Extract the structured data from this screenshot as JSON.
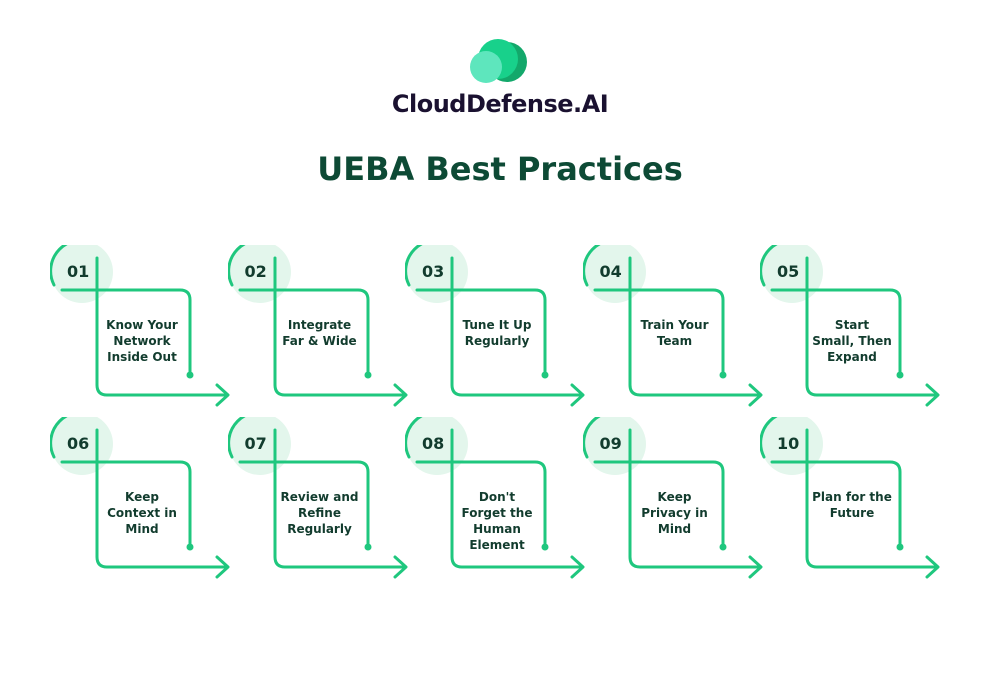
{
  "brand": {
    "name": "CloudDefense.AI",
    "logo_icon": "cloud-icon"
  },
  "title": "UEBA Best Practices",
  "colors": {
    "accent": "#1fc77e",
    "circle_fill": "#e3f6ec",
    "text": "#123c2e",
    "title": "#0d4a35"
  },
  "steps": [
    {
      "number": "01",
      "label": "Know Your Network Inside Out"
    },
    {
      "number": "02",
      "label": "Integrate Far & Wide"
    },
    {
      "number": "03",
      "label": "Tune It Up Regularly"
    },
    {
      "number": "04",
      "label": "Train Your Team"
    },
    {
      "number": "05",
      "label": "Start Small, Then Expand"
    },
    {
      "number": "06",
      "label": "Keep Context in Mind"
    },
    {
      "number": "07",
      "label": "Review and Refine Regularly"
    },
    {
      "number": "08",
      "label": "Don't Forget the Human Element"
    },
    {
      "number": "09",
      "label": "Keep Privacy in Mind"
    },
    {
      "number": "10",
      "label": "Plan for the Future"
    }
  ]
}
